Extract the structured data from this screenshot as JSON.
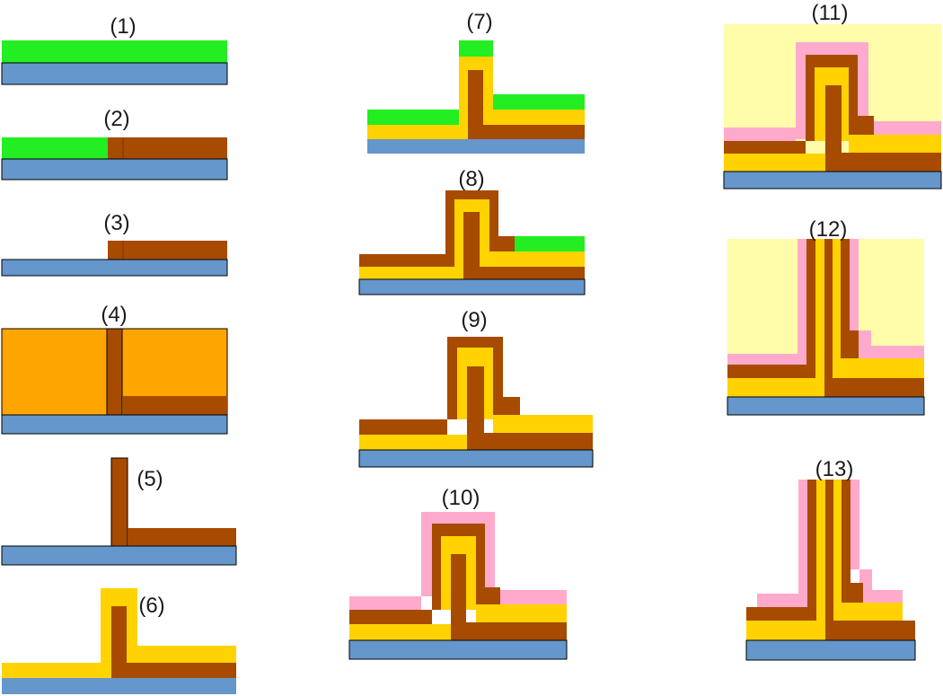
{
  "colors": {
    "substrate": "#6596CC",
    "green": "#22EE22",
    "brown": "#A64B00",
    "orange": "#FFA500",
    "yellow": "#FFD200",
    "pink": "#FFAACC",
    "paleyellow": "#FFFCAA",
    "outline": "#000000"
  },
  "steps": [
    {
      "label": "(1)"
    },
    {
      "label": "(2)"
    },
    {
      "label": "(3)"
    },
    {
      "label": "(4)"
    },
    {
      "label": "(5)"
    },
    {
      "label": "(6)"
    },
    {
      "label": "(7)"
    },
    {
      "label": "(8)"
    },
    {
      "label": "(9)"
    },
    {
      "label": "(10)"
    },
    {
      "label": "(11)"
    },
    {
      "label": "(12)"
    },
    {
      "label": "(13)"
    }
  ]
}
